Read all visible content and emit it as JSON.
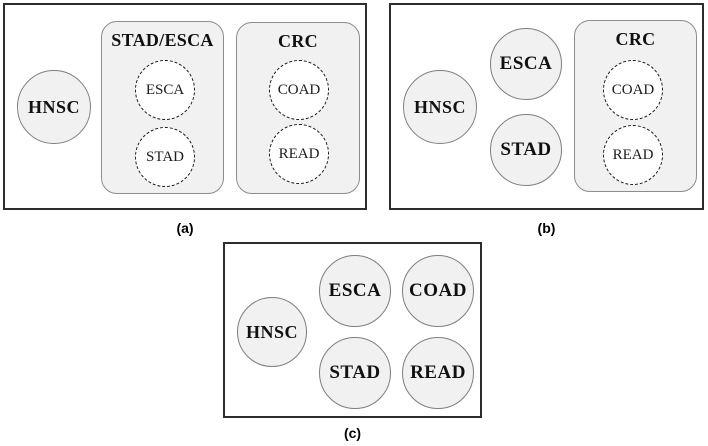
{
  "colors": {
    "background": "#ffffff",
    "panel_border": "#2d2d2d",
    "shape_fill": "#f1f1f1",
    "shape_border": "#7e7e7e",
    "group_border": "#8c8c8c",
    "dashed_border": "#1c1c1c",
    "dashed_fill": "#ffffff",
    "text": "#111111"
  },
  "panels": {
    "a": {
      "caption": "(a)",
      "hnsc": "HNSC",
      "group1": {
        "title": "STAD/ESCA",
        "top": "ESCA",
        "bottom": "STAD"
      },
      "group2": {
        "title": "CRC",
        "top": "COAD",
        "bottom": "READ"
      }
    },
    "b": {
      "caption": "(b)",
      "hnsc": "HNSC",
      "esca": "ESCA",
      "stad": "STAD",
      "group": {
        "title": "CRC",
        "top": "COAD",
        "bottom": "READ"
      }
    },
    "c": {
      "caption": "(c)",
      "hnsc": "HNSC",
      "esca": "ESCA",
      "coad": "COAD",
      "stad": "STAD",
      "read": "READ"
    }
  }
}
